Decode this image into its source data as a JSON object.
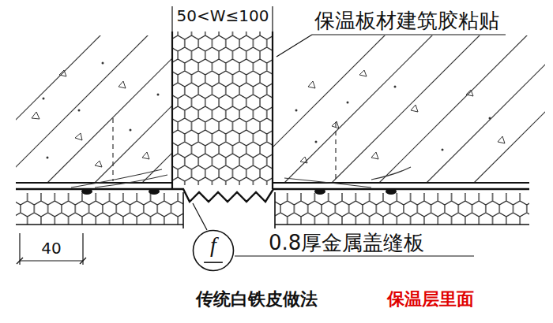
{
  "diagram": {
    "caption": "传统白铁皮做法",
    "nodes": [
      {
        "text": [
          "f"
        ]
      }
    ],
    "labels": [
      "50<W≤100",
      "保温板材建筑胶粘贴",
      "40",
      "0.8厚金属盖缝板",
      "保温层里面"
    ]
  }
}
